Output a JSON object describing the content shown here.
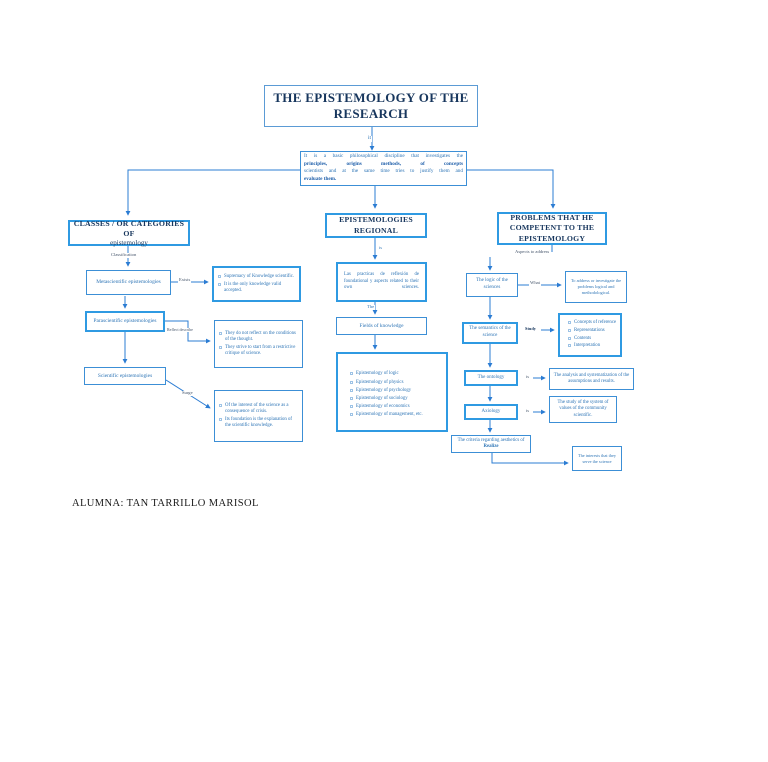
{
  "colors": {
    "accent_border": "#2f9ae2",
    "thin_border": "#3c8fd6",
    "header_text": "#17365d",
    "body_text": "#2e75b6",
    "line": "#2b7cd3",
    "footer_text": "#1a1a1a"
  },
  "root": {
    "title_line1": "THE EPISTEMOLOGY OF THE",
    "title_line2": "RESEARCH"
  },
  "definition": {
    "lines": [
      "It is a basic philosophical discipline that investigates the",
      "principles, origins methods, of concepts",
      "scientists and at the same time tries to justify them and",
      "evaluate them."
    ]
  },
  "connectors": {
    "it": "it",
    "classification": "Classification",
    "exists": "Exists",
    "reflect": "Reflect describe",
    "surge": "Surge",
    "is_mid": "is",
    "the_mid": "The",
    "aspects": "Aspects to address",
    "what": "What",
    "study": "Study",
    "is_ontology": "is",
    "is_axiology": "is"
  },
  "left": {
    "header_line1": "CLASSES / OR CATEGORIES OF",
    "header_line2": "epistemology",
    "nodes": {
      "metascientific": {
        "label": "Metascientific epistemologies",
        "items": [
          "Supremacy of Knowledge scientific.",
          "It is the only knowledge valid accepted."
        ]
      },
      "parascientific": {
        "label": "Parascientific epistemologies",
        "items": [
          "They do not reflect on the conditions of the thought.",
          "They strive to start from a restrictive critique of science."
        ]
      },
      "scientific": {
        "label": "Scientific epistemologies",
        "items": [
          "Of the interest of the science as a consequence of crisis.",
          "Its foundation is the explanation of the scientific knowledge."
        ]
      }
    }
  },
  "middle": {
    "header_line1": "EPISTEMOLOGIES",
    "header_line2": "REGIONAL",
    "definition": "Las practicas de reflexión de foundational y aspects related to their own sciences.",
    "fields_label": "Fields of knowledge",
    "items": [
      "Epistemology of logic",
      "Epistemology of physics",
      "Epistemology of psychology",
      "Epistemology of sociology",
      "Epistemology of economics",
      "Epistemology of management, etc."
    ]
  },
  "right": {
    "header_line1": "PROBLEMS THAT HE",
    "header_line2": "COMPETENT TO THE",
    "header_line3": "EPISTEMOLOGY",
    "logic": {
      "label": "The logic of the sciences",
      "target": "To address or investigate the problems logical and methodological."
    },
    "semantics": {
      "label": "The semantics of the science",
      "items": [
        "Concepts of reference",
        "Representations",
        "Contents",
        "Interpretation"
      ]
    },
    "ontology": {
      "label": "The ontology",
      "target": "The analysis and systematization of the assumptions and results."
    },
    "axiology": {
      "label": "Axiology",
      "target": "The study of the system of values of the community scientific."
    },
    "criteria": {
      "label_line1": "The criteria regarding aesthetics of",
      "label_line2": "Realize",
      "target": "The interests that they serve the science"
    }
  },
  "footer": {
    "text": "ALUMNA: TAN TARRILLO MARISOL"
  }
}
